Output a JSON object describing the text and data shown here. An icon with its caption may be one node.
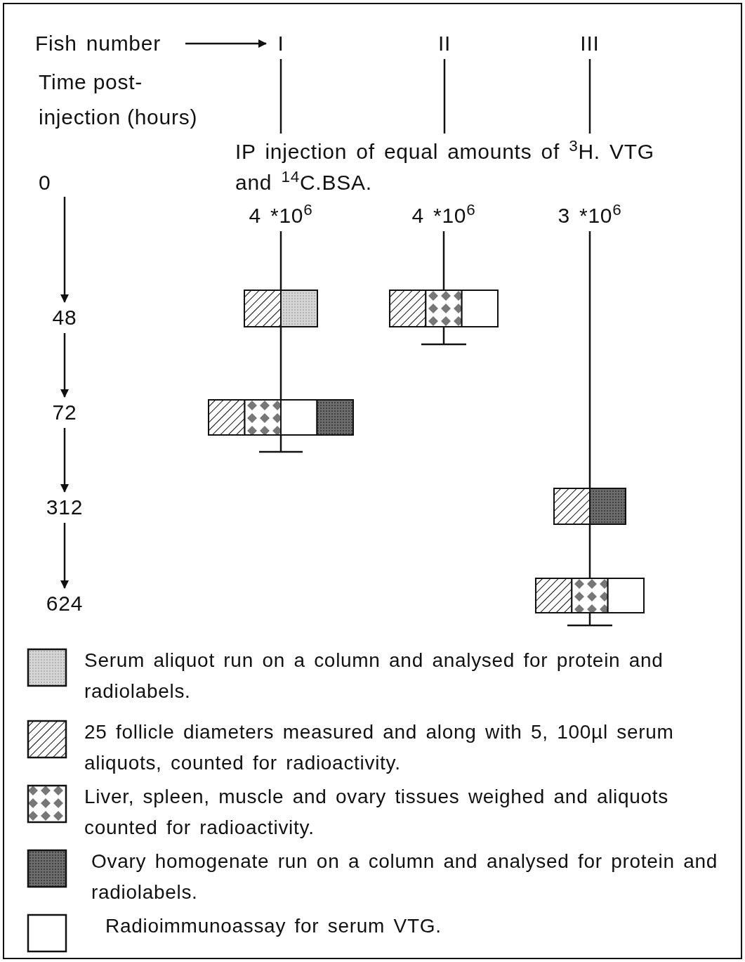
{
  "diagram": {
    "nodes": [
      {
        "text": [
          "Fish number"
        ]
      },
      {
        "text": [
          "I"
        ]
      },
      {
        "text": [
          "II"
        ]
      },
      {
        "text": [
          "III"
        ]
      },
      {
        "text": [
          "IP injection of equal amounts of $^{3}$H. VTG and $^{14}$C.BSA."
        ]
      },
      {
        "text": [
          "0"
        ]
      },
      {
        "text": [
          "4 *10$^{6}$"
        ]
      },
      {
        "text": [
          "4 *10$^{6}$"
        ]
      },
      {
        "text": [
          "3 *10$^{6}$"
        ]
      },
      {
        "text": [],
        "shape": "bar"
      },
      {
        "text": [],
        "shape": "bar"
      },
      {
        "text": [
          "48"
        ]
      },
      {
        "text": [
          "72"
        ]
      },
      {
        "text": [],
        "shape": "bar"
      },
      {
        "text": [
          "312"
        ]
      },
      {
        "text": [],
        "shape": "bar"
      },
      {
        "text": [
          "624"
        ]
      },
      {
        "text": [],
        "shape": "bar"
      }
    ],
    "edges": [
      {
        "from": 0,
        "to": 1,
        "arrow": "to"
      },
      {
        "from": 1,
        "to": 4,
        "arrow": "none"
      },
      {
        "from": 2,
        "to": 4,
        "arrow": "none"
      },
      {
        "from": 3,
        "to": 4,
        "arrow": "none"
      },
      {
        "from": 6,
        "to": 9,
        "arrow": "none"
      },
      {
        "from": 9,
        "to": 13,
        "arrow": "none"
      },
      {
        "from": 7,
        "to": 10,
        "arrow": "none"
      },
      {
        "from": 8,
        "to": 15,
        "arrow": "none"
      },
      {
        "from": 15,
        "to": 17,
        "arrow": "none"
      },
      {
        "from": 5,
        "to": 11,
        "arrow": "to"
      },
      {
        "from": 11,
        "to": 12,
        "arrow": "to"
      },
      {
        "from": 12,
        "to": 14,
        "arrow": "to"
      },
      {
        "from": 14,
        "to": 16,
        "arrow": "to"
      }
    ],
    "labels": [
      "Time post-injection (hours)"
    ],
    "legend": [
      {
        "text": "Serum aliquot run on a column and analysed for protein and radiolabels."
      },
      {
        "text": "25 follicle diameters measured and along with 5, 100µl serum aliquots, counted for radioactivity."
      },
      {
        "text": "Liver, spleen, muscle and ovary tissues weighed and aliquots counted for radioactivity."
      },
      {
        "text": "Ovary homogenate run on a column and analysed for protein and radiolabels."
      },
      {
        "text": "Radioimmunoassay for serum VTG."
      }
    ]
  }
}
